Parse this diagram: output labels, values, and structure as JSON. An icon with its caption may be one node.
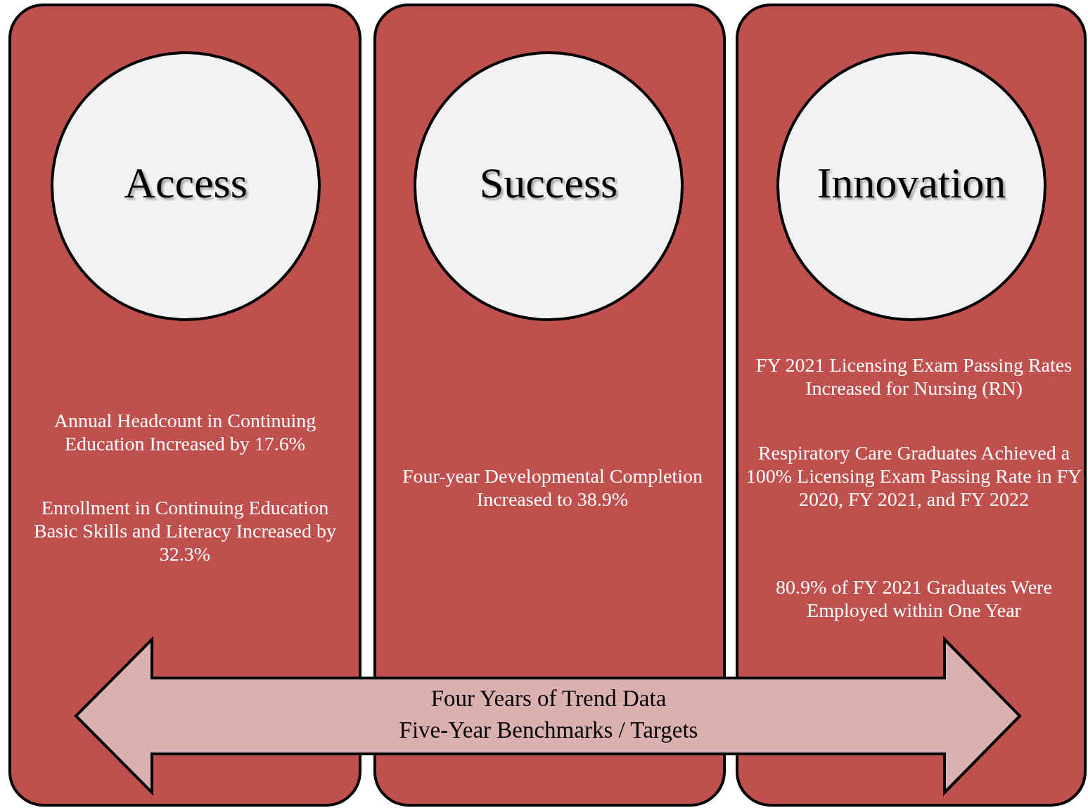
{
  "diagram": {
    "nodes": [
      {
        "text": [
          "Annual Headcount in Continuing Education Increased by 17.6%",
          "Enrollment in Continuing Education Basic Skills and Literacy Increased by 32.3%"
        ]
      },
      {
        "text": [
          "Access"
        ],
        "in": 0
      },
      {
        "text": [
          "Four-year Developmental Completion Increased to 38.9%"
        ]
      },
      {
        "text": [
          "Success"
        ],
        "in": 2
      },
      {
        "text": [
          "FY 2021 Licensing Exam Passing Rates Increased for Nursing (RN)",
          "Respiratory Care Graduates Achieved a 100% Licensing Exam Passing Rate in FY 2020, FY 2021, and FY 2022",
          "80.9% of FY 2021 Graduates Were Employed within One Year"
        ]
      },
      {
        "text": [
          "Innovation"
        ],
        "in": 4
      },
      {
        "text": [
          "Four Years of Trend Data",
          "Five-Year Benchmarks / Targets"
        ]
      }
    ]
  }
}
